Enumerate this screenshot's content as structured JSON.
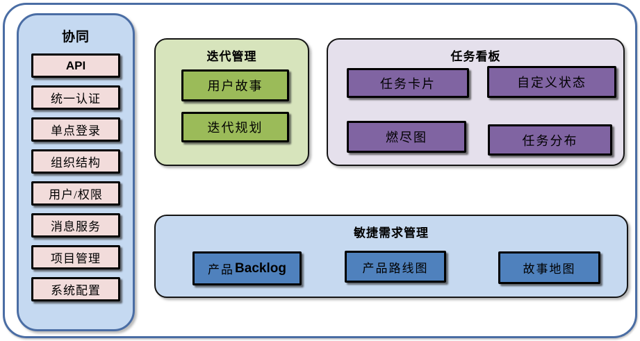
{
  "diagram": {
    "sidebar": {
      "title": "协同",
      "items": [
        {
          "label": "API"
        },
        {
          "label": "统一认证"
        },
        {
          "label": "单点登录"
        },
        {
          "label": "组织结构"
        },
        {
          "label": "用户/权限"
        },
        {
          "label": "消息服务"
        },
        {
          "label": "项目管理"
        },
        {
          "label": "系统配置"
        }
      ]
    },
    "iteration": {
      "title": "迭代管理",
      "items": [
        {
          "label": "用户故事"
        },
        {
          "label": "迭代规划"
        }
      ]
    },
    "kanban": {
      "title": "任务看板",
      "items": [
        {
          "label": "任务卡片"
        },
        {
          "label": "自定义状态"
        },
        {
          "label": "燃尽图"
        },
        {
          "label": "任务分布"
        }
      ]
    },
    "agile": {
      "title": "敏捷需求管理",
      "items": [
        {
          "label_zh": "产品",
          "label_en": "Backlog"
        },
        {
          "label_zh": "产品路线图"
        },
        {
          "label_zh": "故事地图"
        }
      ]
    },
    "colors": {
      "frame_border": "#4a6da4",
      "sidebar_fill": "#c5d9f1",
      "sidebar_item_fill": "#f2dcdb",
      "iteration_fill": "#d7e4bc",
      "iteration_item_fill": "#9bbb59",
      "kanban_fill": "#e5e0ec",
      "kanban_item_fill": "#8064a2",
      "agile_fill": "#c6d9f0",
      "agile_item_fill": "#4f81bd",
      "item_border": "#000000"
    }
  }
}
